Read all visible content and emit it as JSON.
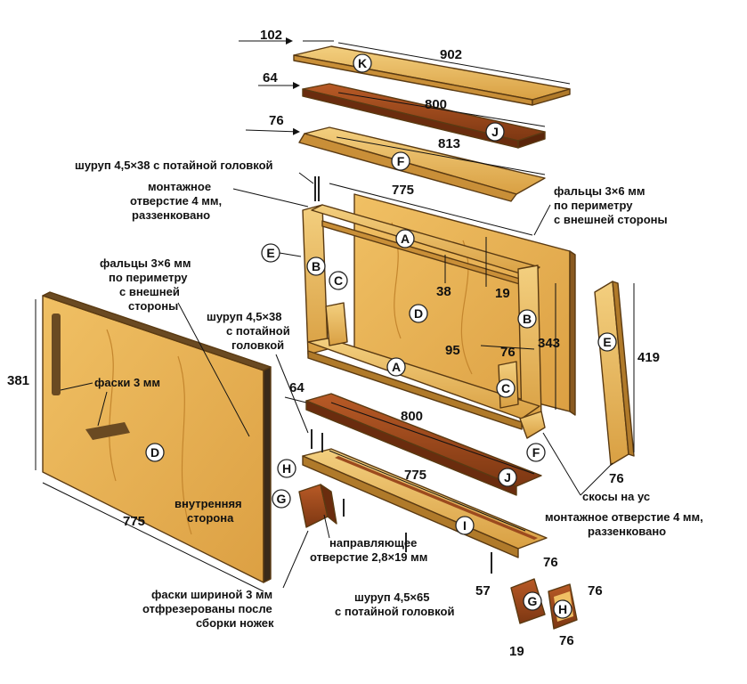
{
  "parts": {
    "K": {
      "letter": "K"
    },
    "J": {
      "letter": "J"
    },
    "F": {
      "letter": "F"
    },
    "E": {
      "letter": "E"
    },
    "A": {
      "letter": "A"
    },
    "B": {
      "letter": "B"
    },
    "C": {
      "letter": "C"
    },
    "D": {
      "letter": "D"
    },
    "G": {
      "letter": "G"
    },
    "H": {
      "letter": "H"
    },
    "I": {
      "letter": "I"
    }
  },
  "dimensions": {
    "k_width": "102",
    "k_length": "902",
    "j_width_top": "64",
    "j_length_top": "800",
    "f_width": "76",
    "f_length": "813",
    "frame_width": "775",
    "frame_38": "38",
    "frame_19": "19",
    "frame_95": "95",
    "frame_76": "76",
    "frame_343": "343",
    "e_height": "419",
    "e_width": "76",
    "panel_height": "381",
    "panel_width": "775",
    "j_width_bottom": "64",
    "j_length_bottom": "800",
    "i_length": "775",
    "i_width": "76",
    "leg_57": "57",
    "leg_76a": "76",
    "leg_76b": "76",
    "leg_19": "19"
  },
  "callouts": {
    "screw_top": "шуруп 4,5×38 с потайной головкой",
    "mount_hole_top_1": "монтажное",
    "mount_hole_top_2": "отверстие 4 мм,",
    "mount_hole_top_3": "раззенковано",
    "rabbet_right_1": "фальцы 3×6 мм",
    "rabbet_right_2": "по периметру",
    "rabbet_right_3": "с внешней стороны",
    "rabbet_left_1": "фальцы 3×6 мм",
    "rabbet_left_2": "по периметру",
    "rabbet_left_3": "с внешней",
    "rabbet_left_4": "стороны",
    "screw_mid_1": "шуруп 4,5×38",
    "screw_mid_2": "с потайной",
    "screw_mid_3": "головкой",
    "chamfer_3": "фаски 3 мм",
    "inner_side_1": "внутренняя",
    "inner_side_2": "сторона",
    "miter_1": "скосы на ус",
    "mount_hole_bot_1": "монтажное отверстие 4 мм,",
    "mount_hole_bot_2": "раззенковано",
    "pilot_1": "направляющее",
    "pilot_2": "отверстие 2,8×19 мм",
    "screw_bot_1": "шуруп 4,5×65",
    "screw_bot_2": "с потайной головкой",
    "chamfer_legs_1": "фаски шириной 3 мм",
    "chamfer_legs_2": "отфрезерованы после",
    "chamfer_legs_3": "сборки ножек"
  },
  "colors": {
    "light_wood": "#e8b75a",
    "dark_wood": "#9c4a1e",
    "panel_wood": "#e9b14a",
    "edge_dark": "#3a2a1a"
  }
}
